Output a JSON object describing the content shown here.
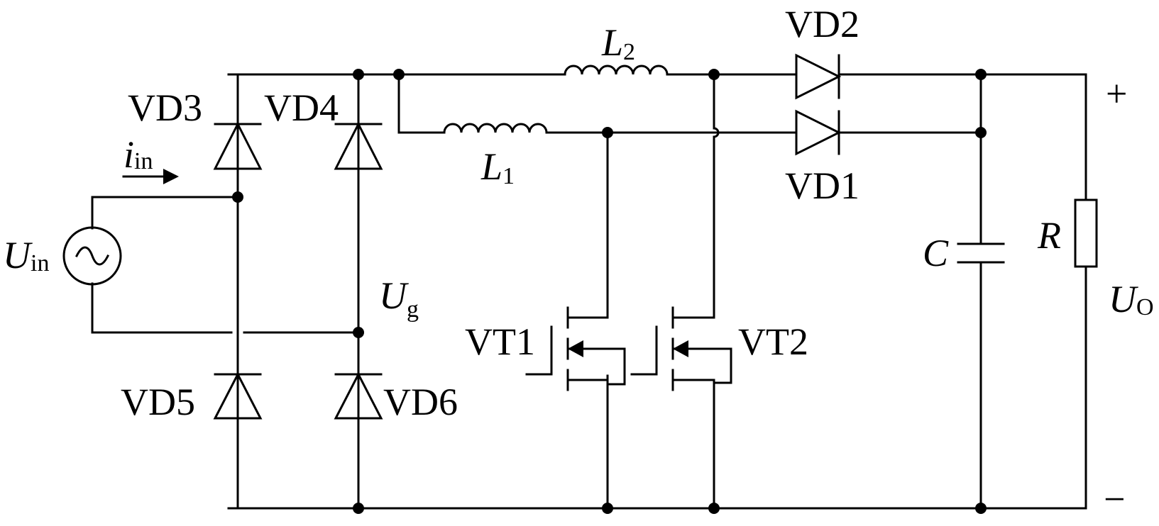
{
  "labels": {
    "source_main": "U",
    "source_sub": "in",
    "current_main": "i",
    "current_sub": "in",
    "vd1": "VD1",
    "vd2": "VD2",
    "vd3": "VD3",
    "vd4": "VD4",
    "vd5": "VD5",
    "vd6": "VD6",
    "l1_main": "L",
    "l1_sub": "1",
    "l2_main": "L",
    "l2_sub": "2",
    "ug_main": "U",
    "ug_sub": "g",
    "vt1": "VT1",
    "vt2": "VT2",
    "capacitor": "C",
    "resistor": "R",
    "uo_main": "U",
    "uo_sub": "O",
    "plus": "+",
    "minus": "−"
  }
}
